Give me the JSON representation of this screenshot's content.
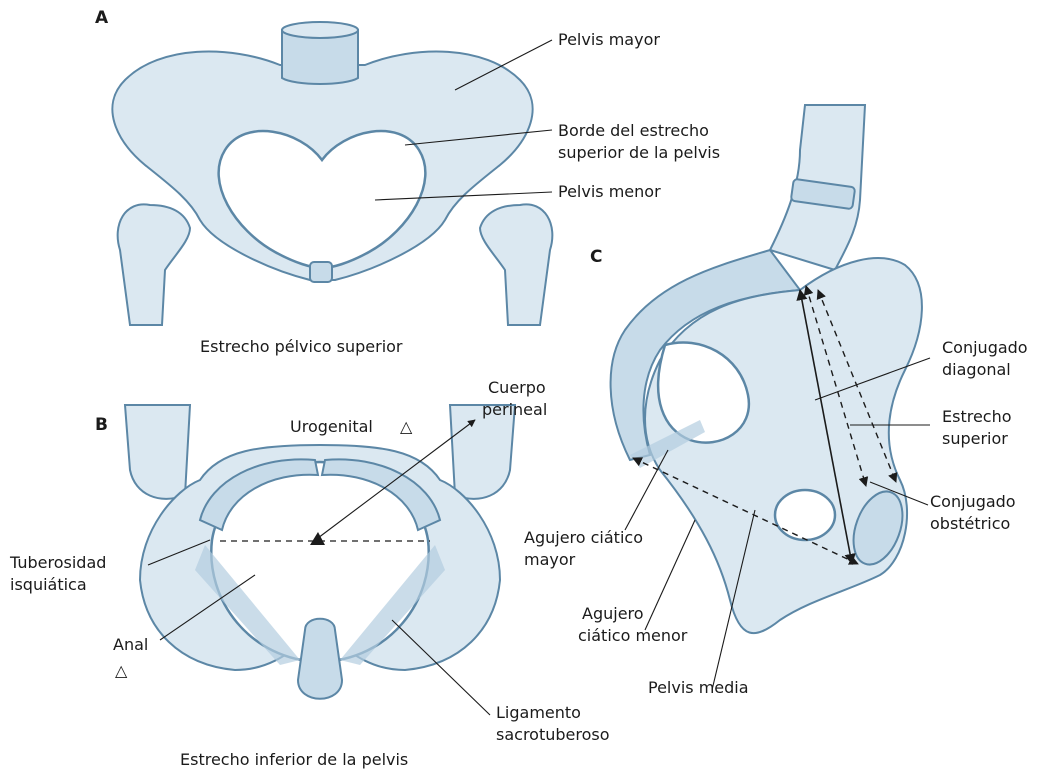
{
  "panels": {
    "a": "A",
    "b": "B",
    "c": "C"
  },
  "captions": {
    "a": "Estrecho pélvico superior",
    "b": "Estrecho inferior de la pelvis"
  },
  "labels_a": {
    "pelvis_mayor": "Pelvis mayor",
    "borde_line1": "Borde del estrecho",
    "borde_line2": "superior de la pelvis",
    "pelvis_menor": "Pelvis menor"
  },
  "labels_b": {
    "urogenital": "Urogenital",
    "cuerpo_line1": "Cuerpo",
    "cuerpo_line2": "perineal",
    "tuberosidad_line1": "Tuberosidad",
    "tuberosidad_line2": "isquiática",
    "anal": "Anal",
    "ligamento_line1": "Ligamento",
    "ligamento_line2": "sacrotuberoso",
    "triangle_symbol": "△"
  },
  "labels_c": {
    "conj_diag_line1": "Conjugado",
    "conj_diag_line2": "diagonal",
    "estrecho_line1": "Estrecho",
    "estrecho_line2": "superior",
    "conj_obst_line1": "Conjugado",
    "conj_obst_line2": "obstétrico",
    "agujero_mayor_line1": "Agujero ciático",
    "agujero_mayor_line2": "mayor",
    "agujero_menor_line1": "Agujero",
    "agujero_menor_line2": "ciático menor",
    "pelvis_media": "Pelvis media"
  },
  "colors": {
    "bone_fill": "#dbe8f1",
    "bone_stroke": "#5c87a6",
    "text": "#1b1b1b"
  }
}
